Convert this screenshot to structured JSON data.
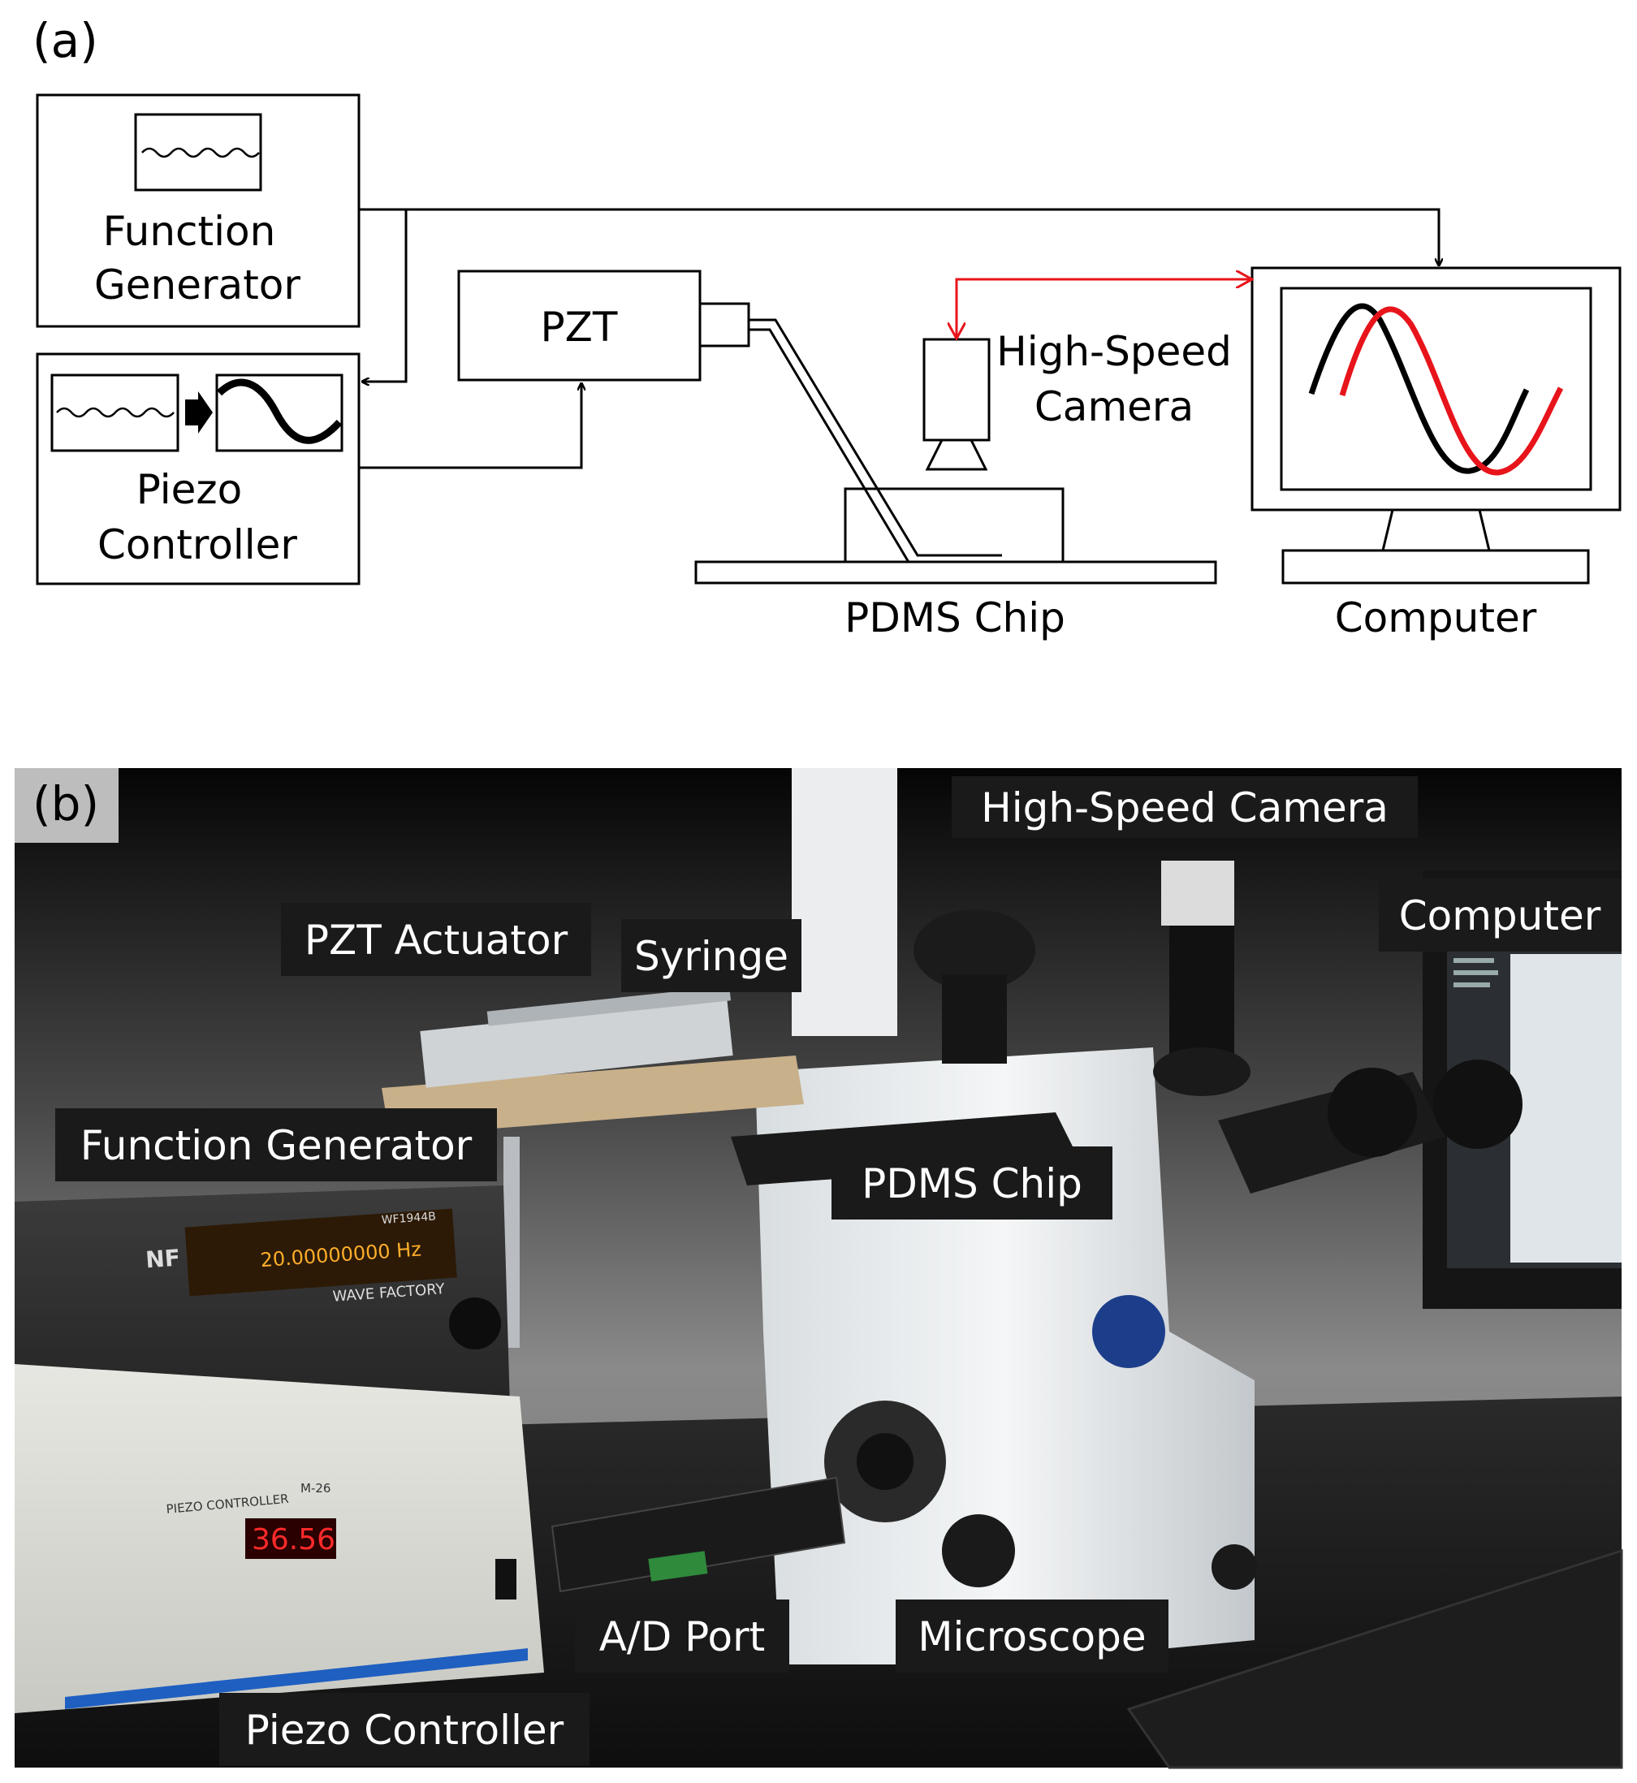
{
  "panel_a": {
    "label": "(a)",
    "function_generator": {
      "line1": "Function",
      "line2": "Generator"
    },
    "piezo_controller": {
      "line1": "Piezo",
      "line2": "Controller"
    },
    "pzt": "PZT",
    "camera": {
      "line1": "High-Speed",
      "line2": "Camera"
    },
    "pdms_chip": "PDMS Chip",
    "computer": "Computer",
    "colors": {
      "line": "#000000",
      "camera_link": "#e8141b",
      "signal_red": "#e8141b"
    }
  },
  "panel_b": {
    "label": "(b)",
    "callouts": {
      "high_speed_camera": "High-Speed Camera",
      "pzt_actuator": "PZT Actuator",
      "syringe": "Syringe",
      "computer": "Computer",
      "function_generator": "Function Generator",
      "pdms_chip": "PDMS Chip",
      "ad_port": "A/D Port",
      "microscope": "Microscope",
      "piezo_controller": "Piezo Controller"
    },
    "device_text": {
      "fg_frequency": "20.00000000 Hz",
      "fg_brand": "WAVE FACTORY",
      "fg_model": "WF1944B",
      "fg_logo": "NF",
      "pc_title": "PIEZO CONTROLLER",
      "pc_model": "M-26",
      "pc_display": "36.56"
    }
  }
}
